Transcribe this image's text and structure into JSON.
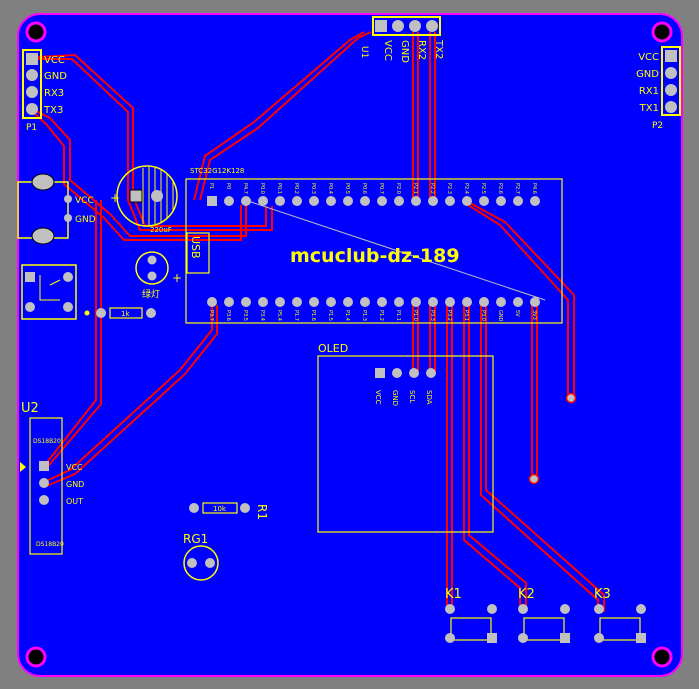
{
  "board": {
    "title": "mcuclub-dz-189",
    "usb_label": "USB",
    "oled_label": "OLED",
    "cap_label": "220uF",
    "led_label": "绿灯",
    "plus_sign": "+",
    "res_small": "1k",
    "res_r1_value": "10k",
    "part_no": "STC32G12K128"
  },
  "headers": {
    "bluetooth": {
      "ref": "P1",
      "pins": [
        "VCC",
        "GND",
        "RX3",
        "TX3"
      ]
    },
    "top": {
      "ref": "U1",
      "pins": [
        "VCC",
        "GND",
        "RX2",
        "TX2"
      ]
    },
    "right": {
      "ref": "P2",
      "pins": [
        "VCC",
        "GND",
        "RX1",
        "TX1"
      ]
    }
  },
  "modules": {
    "sensor_small": {
      "pins": [
        "VCC",
        "GND"
      ]
    },
    "u2": {
      "ref": "U2",
      "pins": [
        "VCC",
        "GND",
        "OUT"
      ],
      "top_text": "DS18B20",
      "bottom_text": "DS18B20"
    },
    "oled_pins": [
      "VCC",
      "GND",
      "SCL",
      "SDA"
    ],
    "r1": {
      "ref": "R1"
    },
    "rg1": {
      "ref": "RG1"
    },
    "keys": [
      "K1",
      "K2",
      "K3"
    ]
  },
  "mcu_top_pins": [
    "P1",
    "P0",
    "P4.7",
    "P0.0",
    "P0.1",
    "P0.2",
    "P0.3",
    "P0.4",
    "P0.5",
    "P0.6",
    "P0.7",
    "P2.0",
    "P2.1",
    "P2.2",
    "P2.3",
    "P2.4",
    "P2.5",
    "P2.6",
    "P2.7",
    "P4.6"
  ],
  "mcu_bottom_pins": [
    "P3.7",
    "P3.6",
    "P3.5",
    "P3.4",
    "P5.4",
    "P1.7",
    "P1.6",
    "P1.5",
    "P1.4",
    "P1.3",
    "P1.2",
    "P1.1",
    "P1.0",
    "P3.3",
    "P3.2",
    "P3.1",
    "P3.0",
    "GND",
    "5V",
    "3V3"
  ],
  "colors": {
    "board": "#0000ff",
    "background": "#808080",
    "outline": "#ff00ff",
    "silk": "#ffff00",
    "trace": "#ff0000",
    "pad": "#c0c0c0"
  }
}
